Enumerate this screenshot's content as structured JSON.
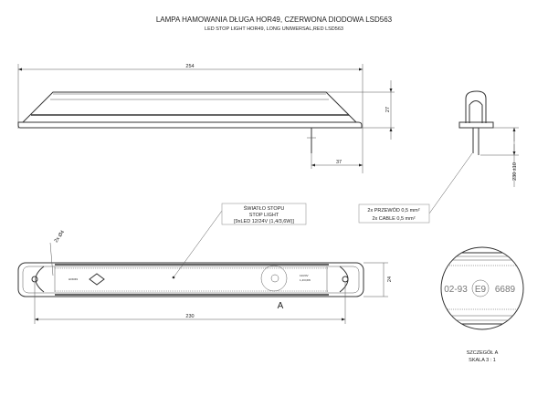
{
  "title_pl": "LAMPA HAMOWANIA DŁUGA HOR49, CZERWONA DIODOWA LSD563",
  "title_en": "LED STOP LIGHT HOR49, LONG UNIWERSAL,RED LSD563",
  "dimensions": {
    "length": "254",
    "height": "27",
    "cable_offset": "37",
    "cable_length": "230 ±10",
    "hole_spacing": "230",
    "width": "24",
    "holes": "2x Ø4"
  },
  "labels": {
    "light_line1": "ŚWIATŁO STOPU",
    "light_line2": "STOP LIGHT",
    "light_line3": "[9xLED 12/24V (1,4/3,6W)]",
    "cable_line1": "2x PRZEWÓD 0,5 mm²",
    "cable_line2": "2x CABLE 0,5 mm²",
    "detail_marker": "A",
    "approval_code": "02-93",
    "approval_mark": "E9",
    "approval_number": "6689",
    "detail_title": "SZCZEGÓŁ A",
    "detail_scale": "SKALA 3 : 1"
  }
}
